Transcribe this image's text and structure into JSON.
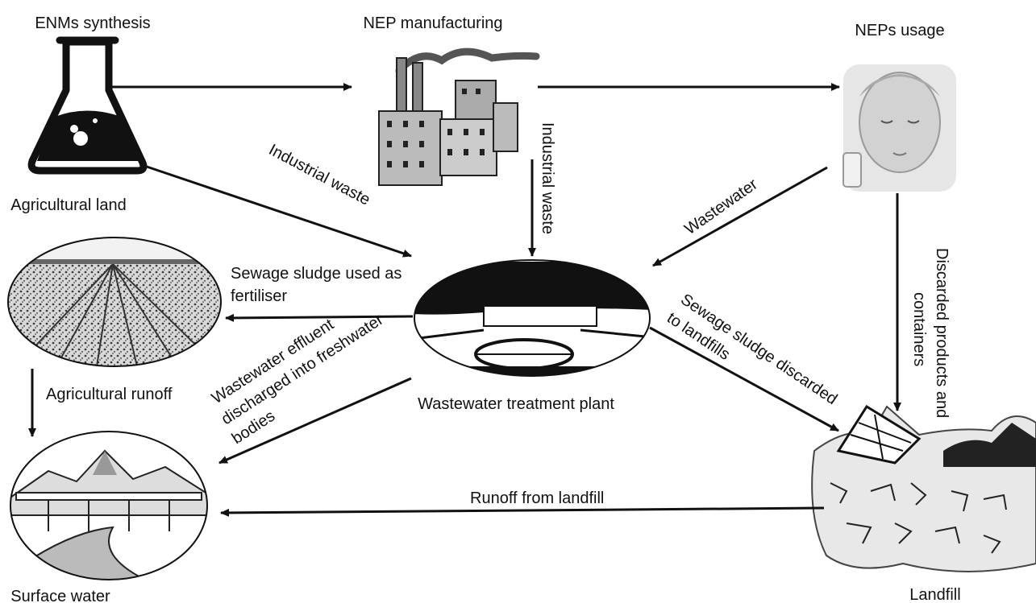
{
  "nodes": {
    "enm_synthesis": "ENMs synthesis",
    "nep_manufacturing": "NEP manufacturing",
    "neps_usage": "NEPs usage",
    "agricultural_land": "Agricultural land",
    "wastewater_plant": "Wastewater treatment plant",
    "surface_water": "Surface water",
    "landfill": "Landfill"
  },
  "edges": {
    "industrial_waste_1": "Industrial waste",
    "industrial_waste_2": "Industrial waste",
    "wastewater": "Wastewater",
    "sludge_fertiliser_1": "Sewage sludge used as",
    "sludge_fertiliser_2": "fertiliser",
    "sludge_landfill_1": "Sewage sludge discarded",
    "sludge_landfill_2": "to landfills",
    "discarded_1": "Discarded products and",
    "discarded_2": "containers",
    "agri_runoff": "Agricultural runoff",
    "effluent_1": "Wastewater effluent",
    "effluent_2": "discharged into freshwater",
    "effluent_3": "bodies",
    "landfill_runoff": "Runoff from landfill"
  },
  "icons": {
    "flask": "erlenmeyer-flask-icon",
    "factory": "factory-icon",
    "face": "face-cream-icon",
    "field": "field-image",
    "plant": "treatment-plant-image",
    "river": "mountain-river-image",
    "landfill": "landfill-image"
  }
}
